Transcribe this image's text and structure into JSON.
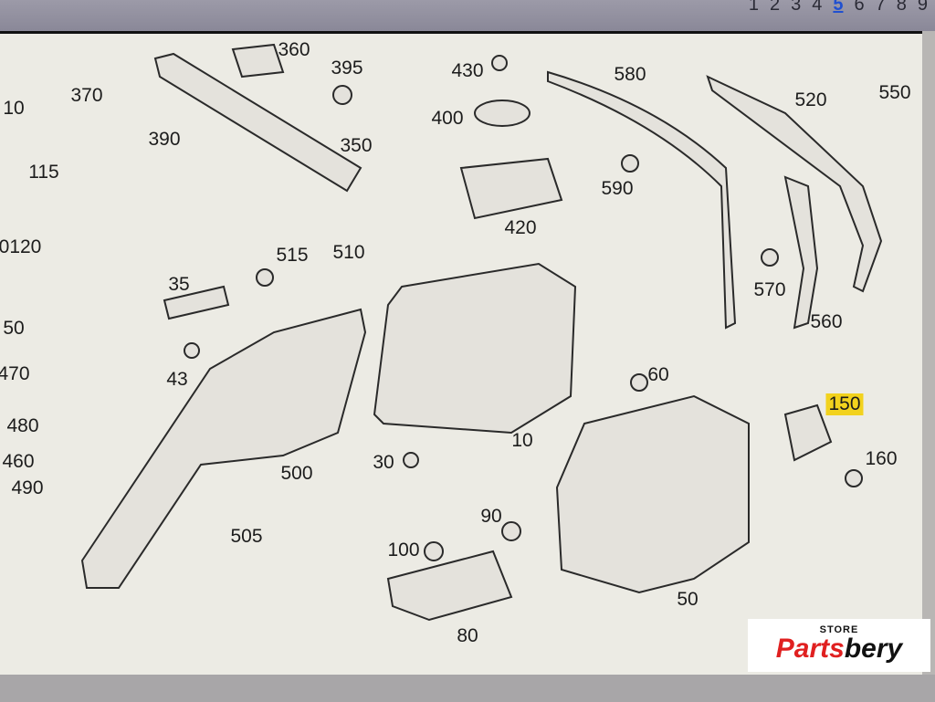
{
  "pagination": {
    "pages": [
      "1",
      "2",
      "3",
      "4",
      "5",
      "6",
      "7",
      "8",
      "9"
    ],
    "active": "5"
  },
  "labels": [
    "370",
    "390",
    "360",
    "395",
    "350",
    "10",
    "115",
    "0120",
    "430",
    "400",
    "420",
    "580",
    "590",
    "520",
    "550",
    "570",
    "560",
    "515",
    "510",
    "35",
    "43",
    "50",
    "470",
    "480",
    "460",
    "490",
    "500",
    "505",
    "30",
    "10",
    "60",
    "150",
    "160",
    "90",
    "100",
    "80",
    "50"
  ],
  "highlighted_label": "150",
  "highlight_color": "#f2d21e",
  "logo": {
    "store": "STORE",
    "brand_red": "Parts",
    "brand_black": "bery"
  }
}
